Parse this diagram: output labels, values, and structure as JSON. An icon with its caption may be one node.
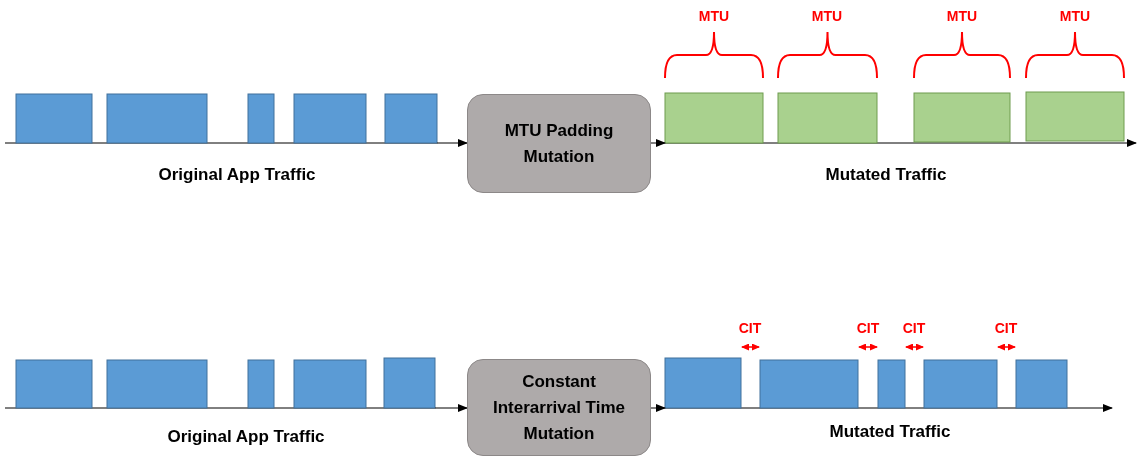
{
  "diagram": {
    "nodes": [
      {
        "text": [],
        "shape": "picture",
        "beside": [
          "Original App Traffic"
        ]
      },
      {
        "text": [
          "MTU Padding Mutation"
        ]
      },
      {
        "text": [],
        "shape": "picture",
        "beside": [
          "Mutated Traffic"
        ]
      },
      {
        "text": [],
        "shape": "picture",
        "beside": [
          "Original App Traffic"
        ]
      },
      {
        "text": [
          "Constant Interarrival Time Mutation"
        ]
      },
      {
        "text": [],
        "shape": "picture",
        "beside": [
          "Mutated Traffic"
        ]
      }
    ],
    "edges": [
      {
        "from": 0,
        "to": 1,
        "arrow": "to"
      },
      {
        "from": 1,
        "to": 2,
        "arrow": "to"
      },
      {
        "from": 3,
        "to": 4,
        "arrow": "to"
      },
      {
        "from": 4,
        "to": 5,
        "arrow": "to"
      }
    ],
    "labels": [
      "MTU",
      "MTU",
      "MTU",
      "MTU",
      "CIT",
      "CIT",
      "CIT",
      "CIT"
    ]
  }
}
